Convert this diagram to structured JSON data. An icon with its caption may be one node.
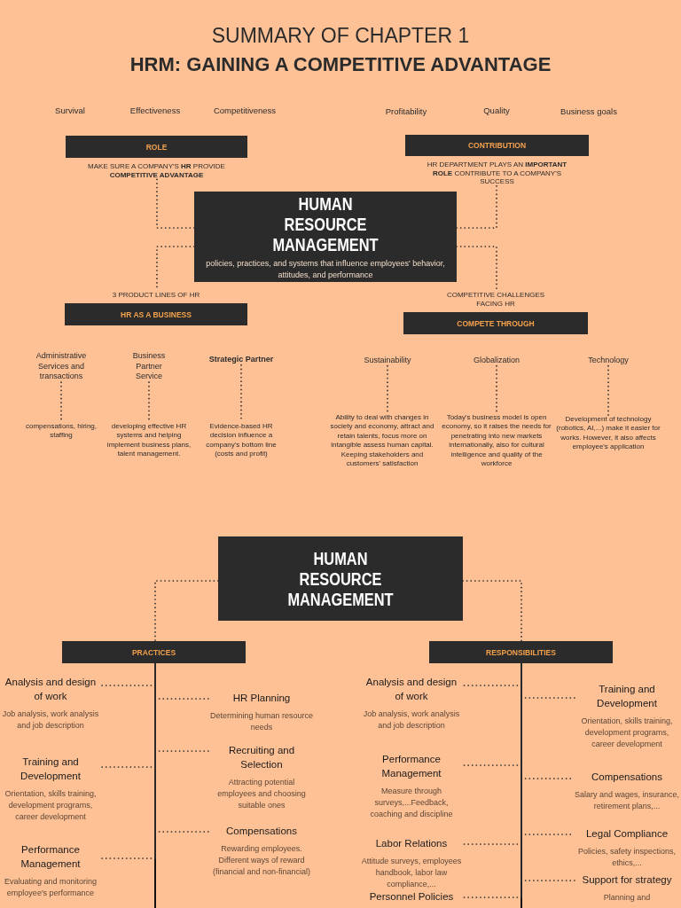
{
  "diagram": {
    "title": "SUMMARY OF CHAPTER 1",
    "nodes": [
      {
        "text": [
          "HUMAN RESOURCE MANAGEMENT",
          "policies, practices, and systems that influence employees' behavior, attitudes, and performance"
        ]
      },
      {
        "text": [
          "ROLE",
          "MAKE SURE A COMPANY'S **HR** PROVIDE **COMPETITIVE ADVANTAGE**"
        ]
      },
      {
        "text": [
          "CONTRIBUTION",
          "HR DEPARTMENT PLAYS AN **IMPORTANT ROLE** CONTRIBUTE TO A COMPANY'S SUCCESS"
        ]
      },
      {
        "text": [
          "3 PRODUCT LINES OF HR",
          "HR AS A BUSINESS"
        ]
      },
      {
        "text": [
          "COMPETITIVE CHALLENGES FACING HR",
          "COMPETE THROUGH"
        ]
      },
      {
        "text": [
          "Administrative Services and transactions"
        ]
      },
      {
        "text": [
          "compensations, hiring, staffing"
        ]
      },
      {
        "text": [
          "Business Partner Service"
        ]
      },
      {
        "text": [
          "developing effective HR systems and helping implement business plans, talent management."
        ]
      },
      {
        "text": [
          "Strategic Partner"
        ]
      },
      {
        "text": [
          "Evidence-based HR decision influence a company's bottom line (costs and profit)"
        ]
      },
      {
        "text": [
          "Sustainability"
        ]
      },
      {
        "text": [
          "Ability to deal with changes in society and economy,  attract and retain talents, focus more on intangible assess human capital. Keeping stakeholders and customers' satisfaction"
        ]
      },
      {
        "text": [
          "Globalization"
        ]
      },
      {
        "text": [
          "Today's business model is open economy, so it raises the needs for penetrating into new markets internationally, also for cultural intelligence and quality of the workforce"
        ]
      },
      {
        "text": [
          "Technology"
        ]
      },
      {
        "text": [
          "Development of technology (robotics, AI,...) make it easier for works. However, it also affects employee's application"
        ]
      },
      {
        "text": [
          "HUMAN RESOURCE MANAGEMENT"
        ]
      },
      {
        "text": [
          "PRACTICES"
        ]
      },
      {
        "text": [
          "RESPONSIBILITIES"
        ]
      },
      {
        "text": [
          "Analysis and design of work",
          "Job analysis, work analysis and job description"
        ]
      },
      {
        "text": [
          "HR Planning",
          "Determining human resource needs"
        ]
      },
      {
        "text": [
          "Recruiting and Selection",
          "Attracting potential employees and choosing suitable ones"
        ]
      },
      {
        "text": [
          "Training and Development",
          "Orientation, skills training, development programs, career development"
        ]
      },
      {
        "text": [
          "Compensations",
          "Rewarding employees. Different ways of reward (financial and non-financial)"
        ]
      },
      {
        "text": [
          "Performance Management",
          "Evaluating and monitoring employee's performance"
        ]
      },
      {
        "text": [
          "Analysis and design of work",
          "Job analysis, work analysis and job description"
        ]
      },
      {
        "text": [
          "Training and Development",
          "Orientation, skills training, development programs, career development"
        ]
      },
      {
        "text": [
          "Performance Management",
          "Measure through surveys,...Feedback, coaching and discipline"
        ]
      },
      {
        "text": [
          "Compensations",
          "Salary and wages, insurance, retirement plans,..."
        ]
      },
      {
        "text": [
          "Legal Compliance",
          "Policies, safety inspections, ethics,..."
        ]
      },
      {
        "text": [
          "Labor Relations",
          "Attitude surveys, employees handbook, labor law compliance,..."
        ]
      },
      {
        "text": [
          "Support for strategy",
          "Planning and"
        ]
      },
      {
        "text": [
          "Personnel Policies"
        ]
      }
    ],
    "edges": [
      {
        "from": 0,
        "to": 1,
        "arrow": "none"
      },
      {
        "from": 0,
        "to": 2,
        "arrow": "none"
      },
      {
        "from": 0,
        "to": 3,
        "arrow": "none"
      },
      {
        "from": 0,
        "to": 4,
        "arrow": "none"
      },
      {
        "from": 5,
        "to": 6,
        "arrow": "none"
      },
      {
        "from": 7,
        "to": 8,
        "arrow": "none"
      },
      {
        "from": 9,
        "to": 10,
        "arrow": "none"
      },
      {
        "from": 11,
        "to": 12,
        "arrow": "none"
      },
      {
        "from": 13,
        "to": 14,
        "arrow": "none"
      },
      {
        "from": 15,
        "to": 16,
        "arrow": "none"
      },
      {
        "from": 17,
        "to": 18,
        "arrow": "none"
      },
      {
        "from": 17,
        "to": 19,
        "arrow": "none"
      },
      {
        "from": 18,
        "to": 20,
        "arrow": "none"
      },
      {
        "from": 18,
        "to": 21,
        "arrow": "none"
      },
      {
        "from": 18,
        "to": 22,
        "arrow": "none"
      },
      {
        "from": 18,
        "to": 23,
        "arrow": "none"
      },
      {
        "from": 18,
        "to": 24,
        "arrow": "none"
      },
      {
        "from": 18,
        "to": 25,
        "arrow": "none"
      },
      {
        "from": 19,
        "to": 26,
        "arrow": "none"
      },
      {
        "from": 19,
        "to": 27,
        "arrow": "none"
      },
      {
        "from": 19,
        "to": 28,
        "arrow": "none"
      },
      {
        "from": 19,
        "to": 29,
        "arrow": "none"
      },
      {
        "from": 19,
        "to": 30,
        "arrow": "none"
      },
      {
        "from": 19,
        "to": 31,
        "arrow": "none"
      },
      {
        "from": 19,
        "to": 32,
        "arrow": "none"
      },
      {
        "from": 19,
        "to": 33,
        "arrow": "none"
      }
    ],
    "labels": [
      "HRM: GAINING A COMPETITIVE ADVANTAGE",
      "Survival",
      "Effectiveness",
      "Competitiveness",
      "Profitability",
      "Quality",
      "Business goals"
    ]
  }
}
